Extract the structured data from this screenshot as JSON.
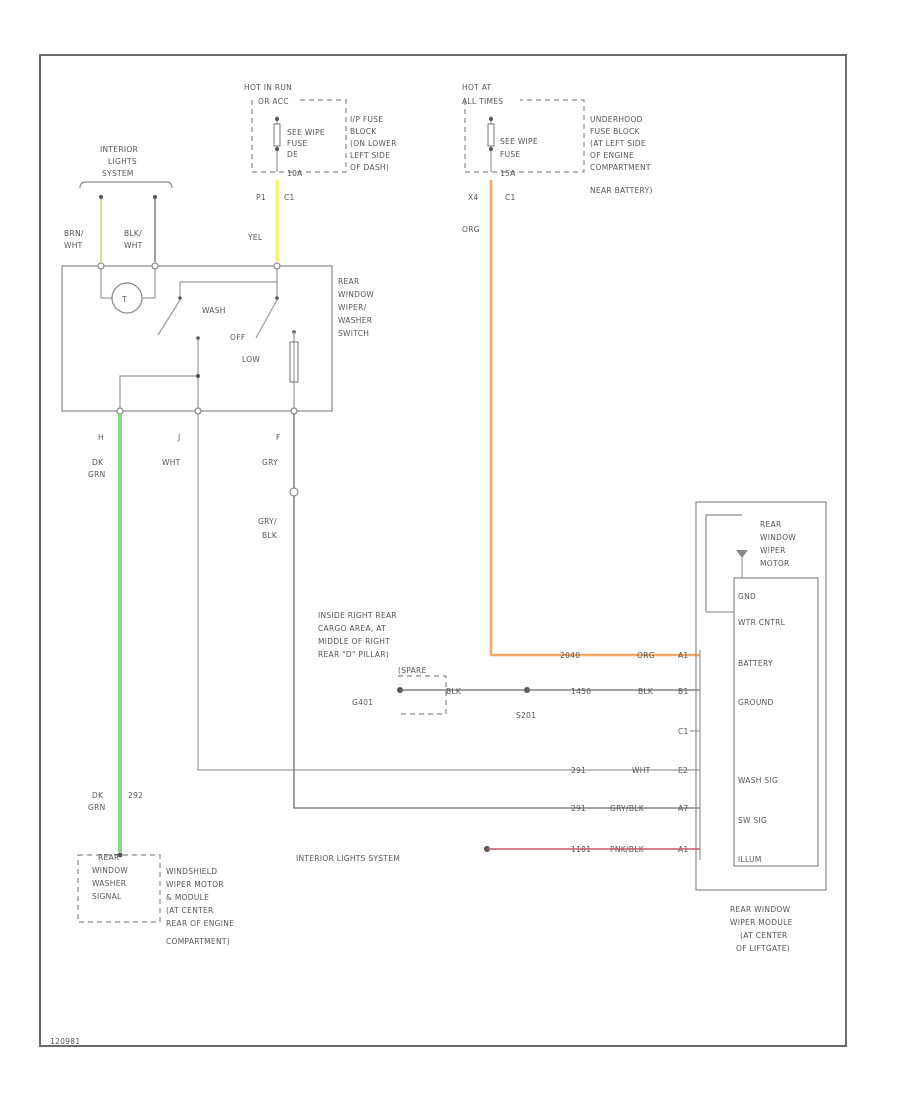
{
  "diagram_id": "120981",
  "colors": {
    "yel": "#f5f560",
    "dk_grn": "#7ee07e",
    "org": "#f2a866",
    "pnk_blk": "#c05a68",
    "wire_gray": "#9a9a9a",
    "wire_dark": "#6c6c6c"
  },
  "fuse_run": {
    "header": [
      "HOT IN RUN",
      "OR ACC"
    ],
    "fuse_lines": [
      "SEE WIPE",
      "FUSE",
      "DE",
      "10A"
    ],
    "location": [
      "I/P FUSE",
      "BLOCK",
      "(ON LOWER",
      "LEFT SIDE",
      "OF DASH)"
    ],
    "pins": [
      "P1",
      "C1"
    ],
    "wire_color": "YEL"
  },
  "fuse_at": {
    "header": [
      "HOT AT",
      "ALL TIMES"
    ],
    "fuse_lines": [
      "SEE WIPE",
      "FUSE",
      "15A"
    ],
    "location": [
      "UNDERHOOD",
      "FUSE BLOCK",
      "(AT LEFT SIDE",
      "OF ENGINE",
      "COMPARTMENT",
      "NEAR BATTERY)"
    ],
    "pins": [
      "X4",
      "C1"
    ],
    "wire_color": "ORG"
  },
  "interior_lights_top": [
    "INTERIOR",
    "LIGHTS",
    "SYSTEM"
  ],
  "interior_wires": [
    "BRN/",
    "WHT",
    "BLK/",
    "WHT"
  ],
  "switch": {
    "label": [
      "REAR",
      "WINDOW",
      "WIPER/",
      "WASHER",
      "SWITCH"
    ],
    "wash": "WASH",
    "off": "OFF",
    "low": "LOW",
    "pins": [
      "H",
      "J",
      "F"
    ],
    "wire_colors": [
      "DK",
      "GRN",
      "WHT",
      "GRY"
    ]
  },
  "splice_wire": [
    "GRY/",
    "BLK"
  ],
  "ground": {
    "location": [
      "INSIDE RIGHT REAR",
      "CARGO AREA, AT",
      "MIDDLE OF RIGHT",
      "REAR \"D\" PILLAR)",
      "(SPARE"
    ],
    "ground_id": "G401",
    "splice": "S201",
    "wire_short": "BLK",
    "wire_long": "1450"
  },
  "module": {
    "motor_label": [
      "REAR",
      "WINDOW",
      "WIPER",
      "MOTOR"
    ],
    "pins": [
      {
        "name": "GND",
        "circuit": "",
        "color": "",
        "pin": ""
      },
      {
        "name": "WTR CNTRL",
        "circuit": "",
        "color": "",
        "pin": ""
      },
      {
        "name": "BATTERY",
        "circuit": "2040",
        "color": "ORG",
        "pin": "A1"
      },
      {
        "name": "GROUND",
        "circuit": "1450",
        "color": "BLK",
        "pin": "B1"
      },
      {
        "name": "",
        "circuit": "",
        "color": "",
        "pin": "C1"
      },
      {
        "name": "WASH SIG",
        "circuit": "291",
        "color": "WHT",
        "pin": "E2"
      },
      {
        "name": "SW SIG",
        "circuit": "291",
        "color": "GRY/BLK",
        "pin": "A7"
      },
      {
        "name": "ILLUM",
        "circuit": "1181",
        "color": "PNK/BLK",
        "pin": "A1"
      }
    ],
    "label": [
      "REAR WINDOW",
      "WIPER MODULE",
      "(AT CENTER",
      "OF LIFTGATE)"
    ]
  },
  "washer_pump": {
    "wire": [
      "DK",
      "GRN",
      "292"
    ],
    "box": [
      "REAR",
      "WINDOW",
      "WASHER",
      "SIGNAL"
    ],
    "location": [
      "WINDSHIELD",
      "WIPER MOTOR",
      "& MODULE",
      "(AT CENTER",
      "REAR OF ENGINE",
      "COMPARTMENT)"
    ]
  },
  "interior_lights_bottom": "INTERIOR LIGHTS SYSTEM"
}
